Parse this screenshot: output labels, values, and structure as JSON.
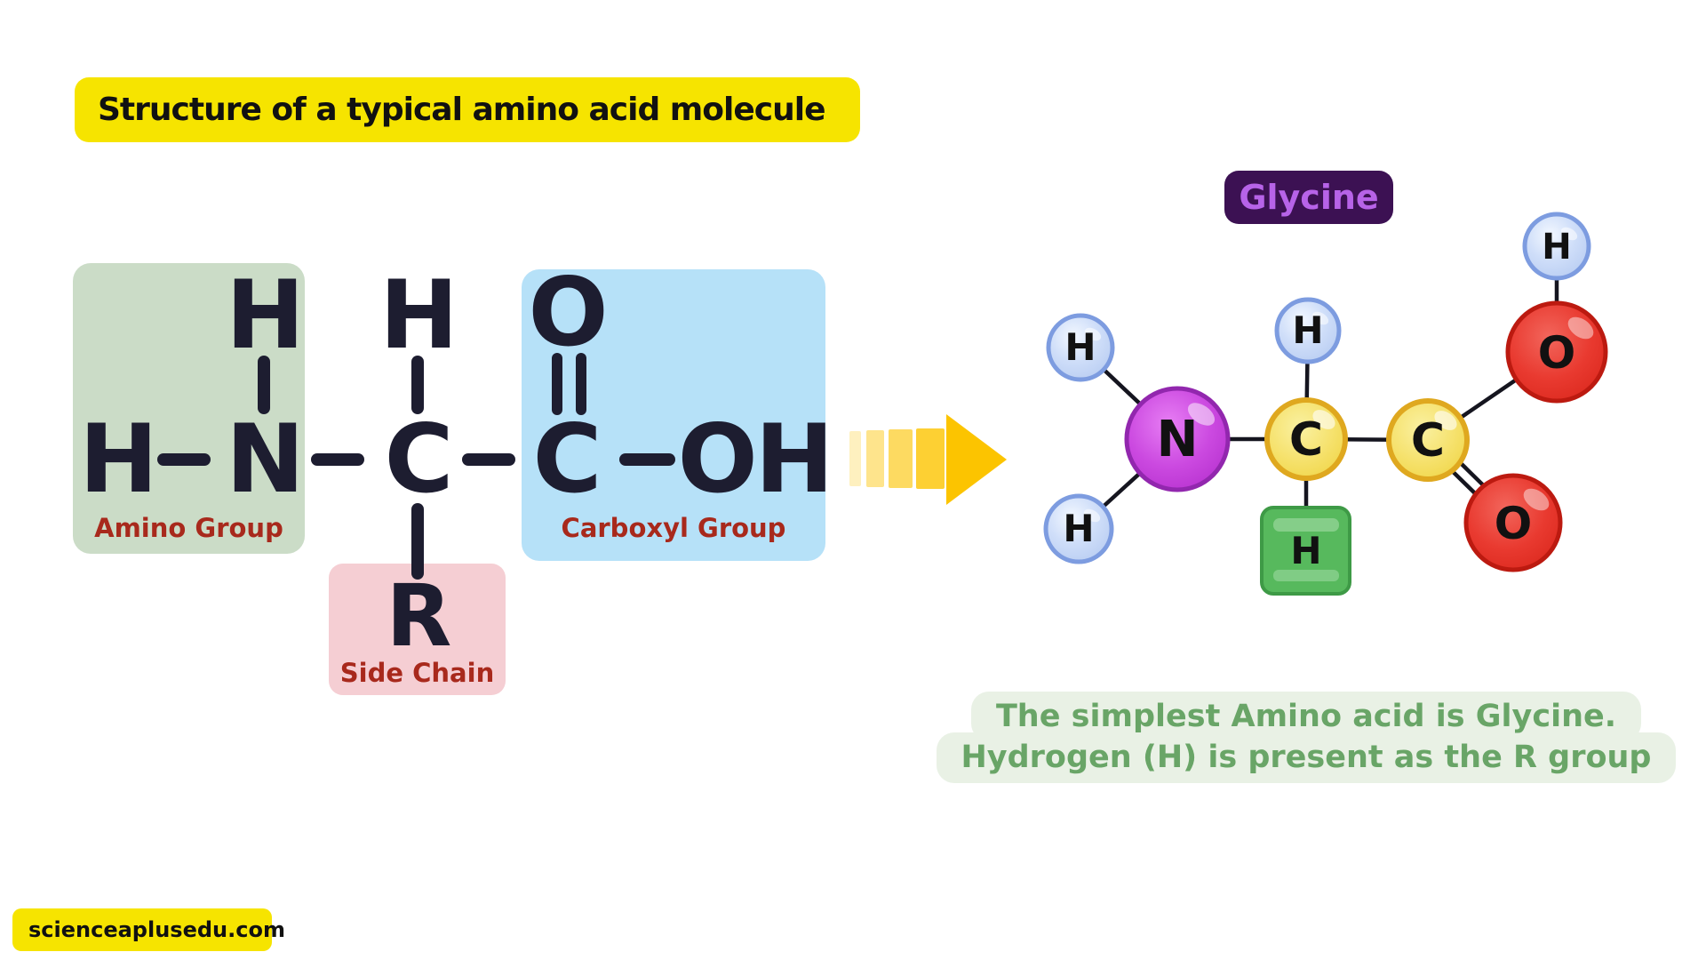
{
  "title": "Structure of a typical amino acid molecule",
  "formula": {
    "h_terminal": "H",
    "h_on_nitrogen": "H",
    "nitrogen": "N",
    "h_on_alpha_carbon": "H",
    "alpha_carbon": "C",
    "carbonyl_oxygen": "O",
    "carboxyl_carbon": "C",
    "hydroxyl": "OH",
    "r_group": "R",
    "amino_group_label": "Amino Group",
    "carboxyl_group_label": "Carboxyl Group",
    "side_chain_label": "Side Chain"
  },
  "molecule": {
    "name": "Glycine",
    "atoms": {
      "h_upper_left": "H",
      "h_lower_left": "H",
      "nitrogen": "N",
      "h_top": "H",
      "alpha_carbon": "C",
      "carboxyl_carbon": "C",
      "r_hydrogen": "H",
      "hydroxyl_hydrogen": "H",
      "hydroxyl_oxygen": "O",
      "carbonyl_oxygen": "O"
    }
  },
  "caption": {
    "line1": "The simplest Amino acid is Glycine.",
    "line2": "Hydrogen (H) is present as the R group"
  },
  "footer": "scienceaplusedu.com",
  "colors": {
    "banner-yellow": "#F6E400",
    "ink": "#1D1D30",
    "group-label-red": "#A8291C",
    "amino-box-green": "#CBDCC7",
    "carboxyl-box-blue": "#B6E1F8",
    "side-box-pink": "#F5CED3",
    "arrow-gold": "#FCC400",
    "glycine-chip-bg": "#3C1153",
    "glycine-chip-text": "#B763E8",
    "caption-green": "#69A567",
    "caption-bg": "#E9F1E5"
  }
}
